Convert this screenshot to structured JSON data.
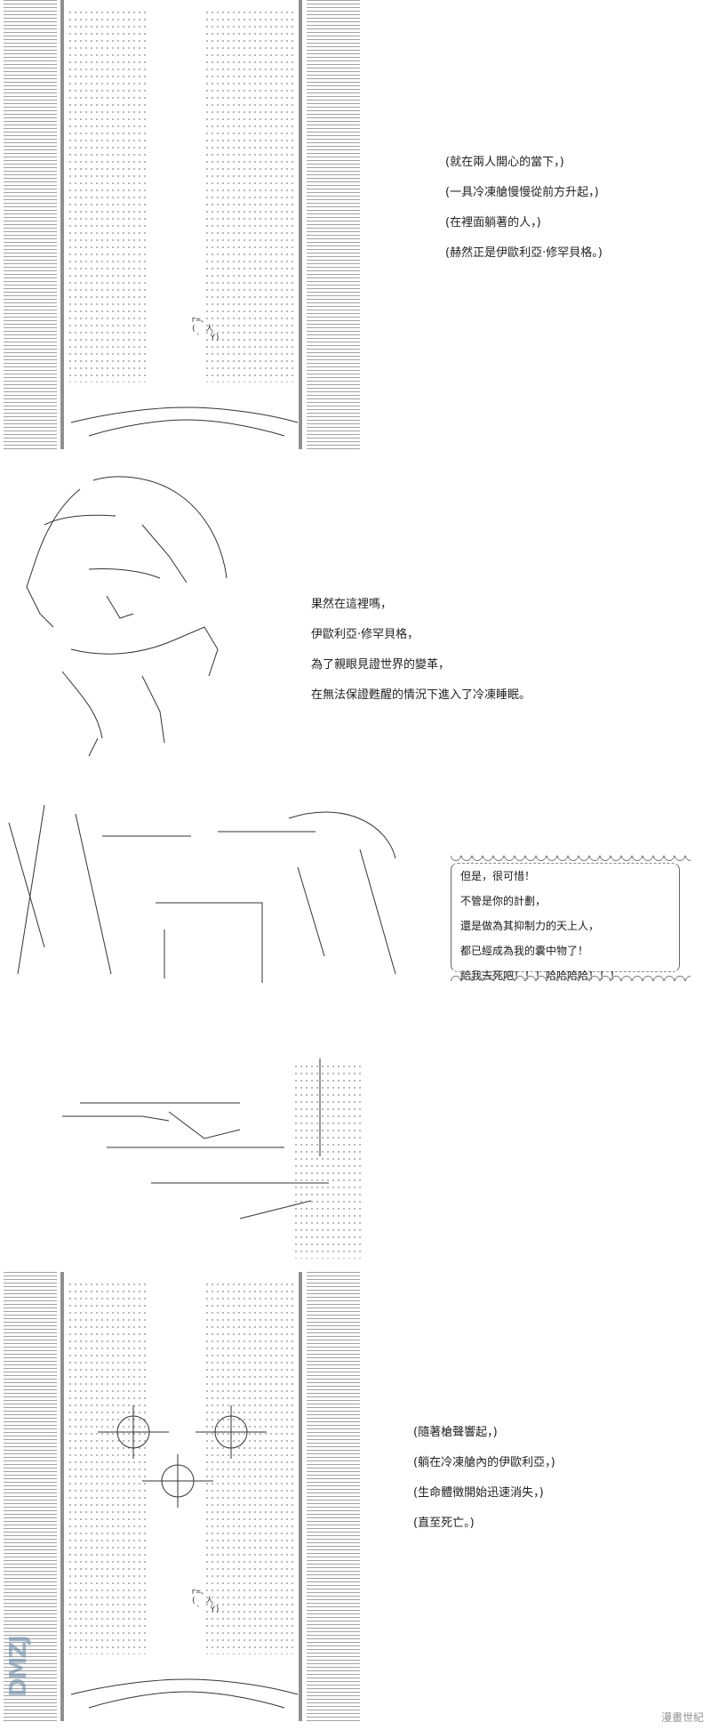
{
  "panels": [
    {
      "captions": [
        "(就在兩人開心的當下，)",
        "(一具冷凍艙慢慢從前方升起，)",
        "(在裡面躺著的人，)",
        "(赫然正是伊歐利亞·修罕貝格。)"
      ]
    },
    {
      "captions": [
        "果然在這裡嗎，",
        "伊歐利亞·修罕貝格，",
        "為了親眼見證世界的變革，",
        "在無法保證甦醒的情況下進入了冷凍睡眠。"
      ]
    },
    {
      "speech": [
        "但是，很可惜！",
        "不管是你的計劃，",
        "還是做為其抑制力的天上人，",
        "都已經成為我的囊中物了！",
        "給我去死吧！！！哈哈哈哈！！！"
      ]
    },
    {
      "captions": [
        "(隨著槍聲響起，)",
        "(躺在冷凍艙內的伊歐利亞，)",
        "(生命體徵開始迅速消失，)",
        "(直至死亡。)"
      ]
    }
  ],
  "watermark_left": "DMZJ",
  "watermark_right": "漫畫世紀"
}
